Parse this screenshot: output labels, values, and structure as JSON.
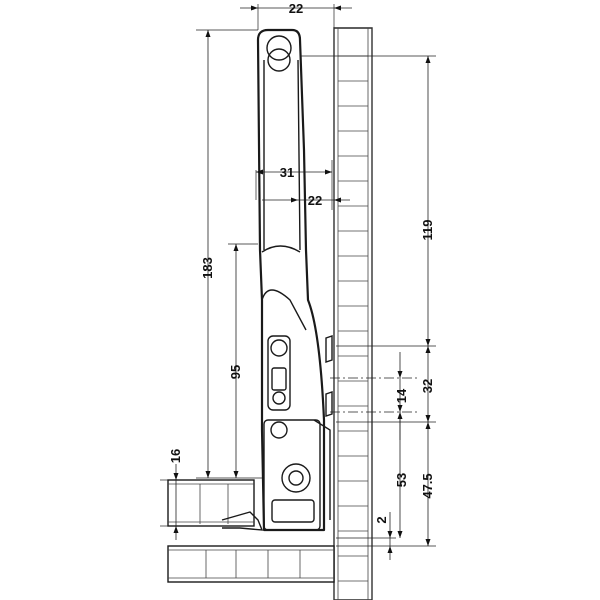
{
  "dimensions": {
    "top_width": "22",
    "arm_width": "31",
    "arm_offset": "22",
    "overall_height": "183",
    "upper_height": "119",
    "lower_height": "95",
    "spacing_32": "32",
    "spacing_14": "14",
    "bottom_53": "53",
    "bottom_47_5": "47.5",
    "bottom_2": "2",
    "panel_16": "16"
  }
}
